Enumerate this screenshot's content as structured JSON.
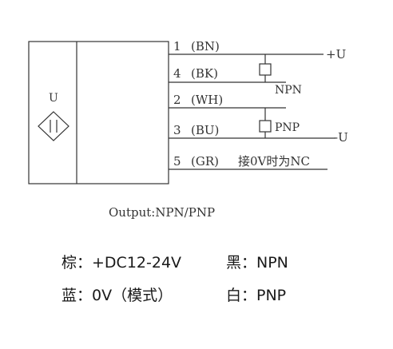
{
  "sensor": {
    "symbol": "U"
  },
  "wires": [
    {
      "number": "1",
      "code": "(BN)"
    },
    {
      "number": "4",
      "code": "(BK)"
    },
    {
      "number": "2",
      "code": "(WH)"
    },
    {
      "number": "3",
      "code": "(BU)"
    },
    {
      "number": "5",
      "code": "(GR)"
    }
  ],
  "wire5_note": "接0V时为NC",
  "terminals": {
    "positive": "+U",
    "negative": "-U"
  },
  "loads": {
    "npn": "NPN",
    "pnp": "PNP"
  },
  "caption": "Output:NPN/PNP",
  "legend": {
    "brown": "棕：+DC12-24V",
    "black": "黑：NPN",
    "blue": "蓝：0V（模式）",
    "white": "白：PNP"
  }
}
